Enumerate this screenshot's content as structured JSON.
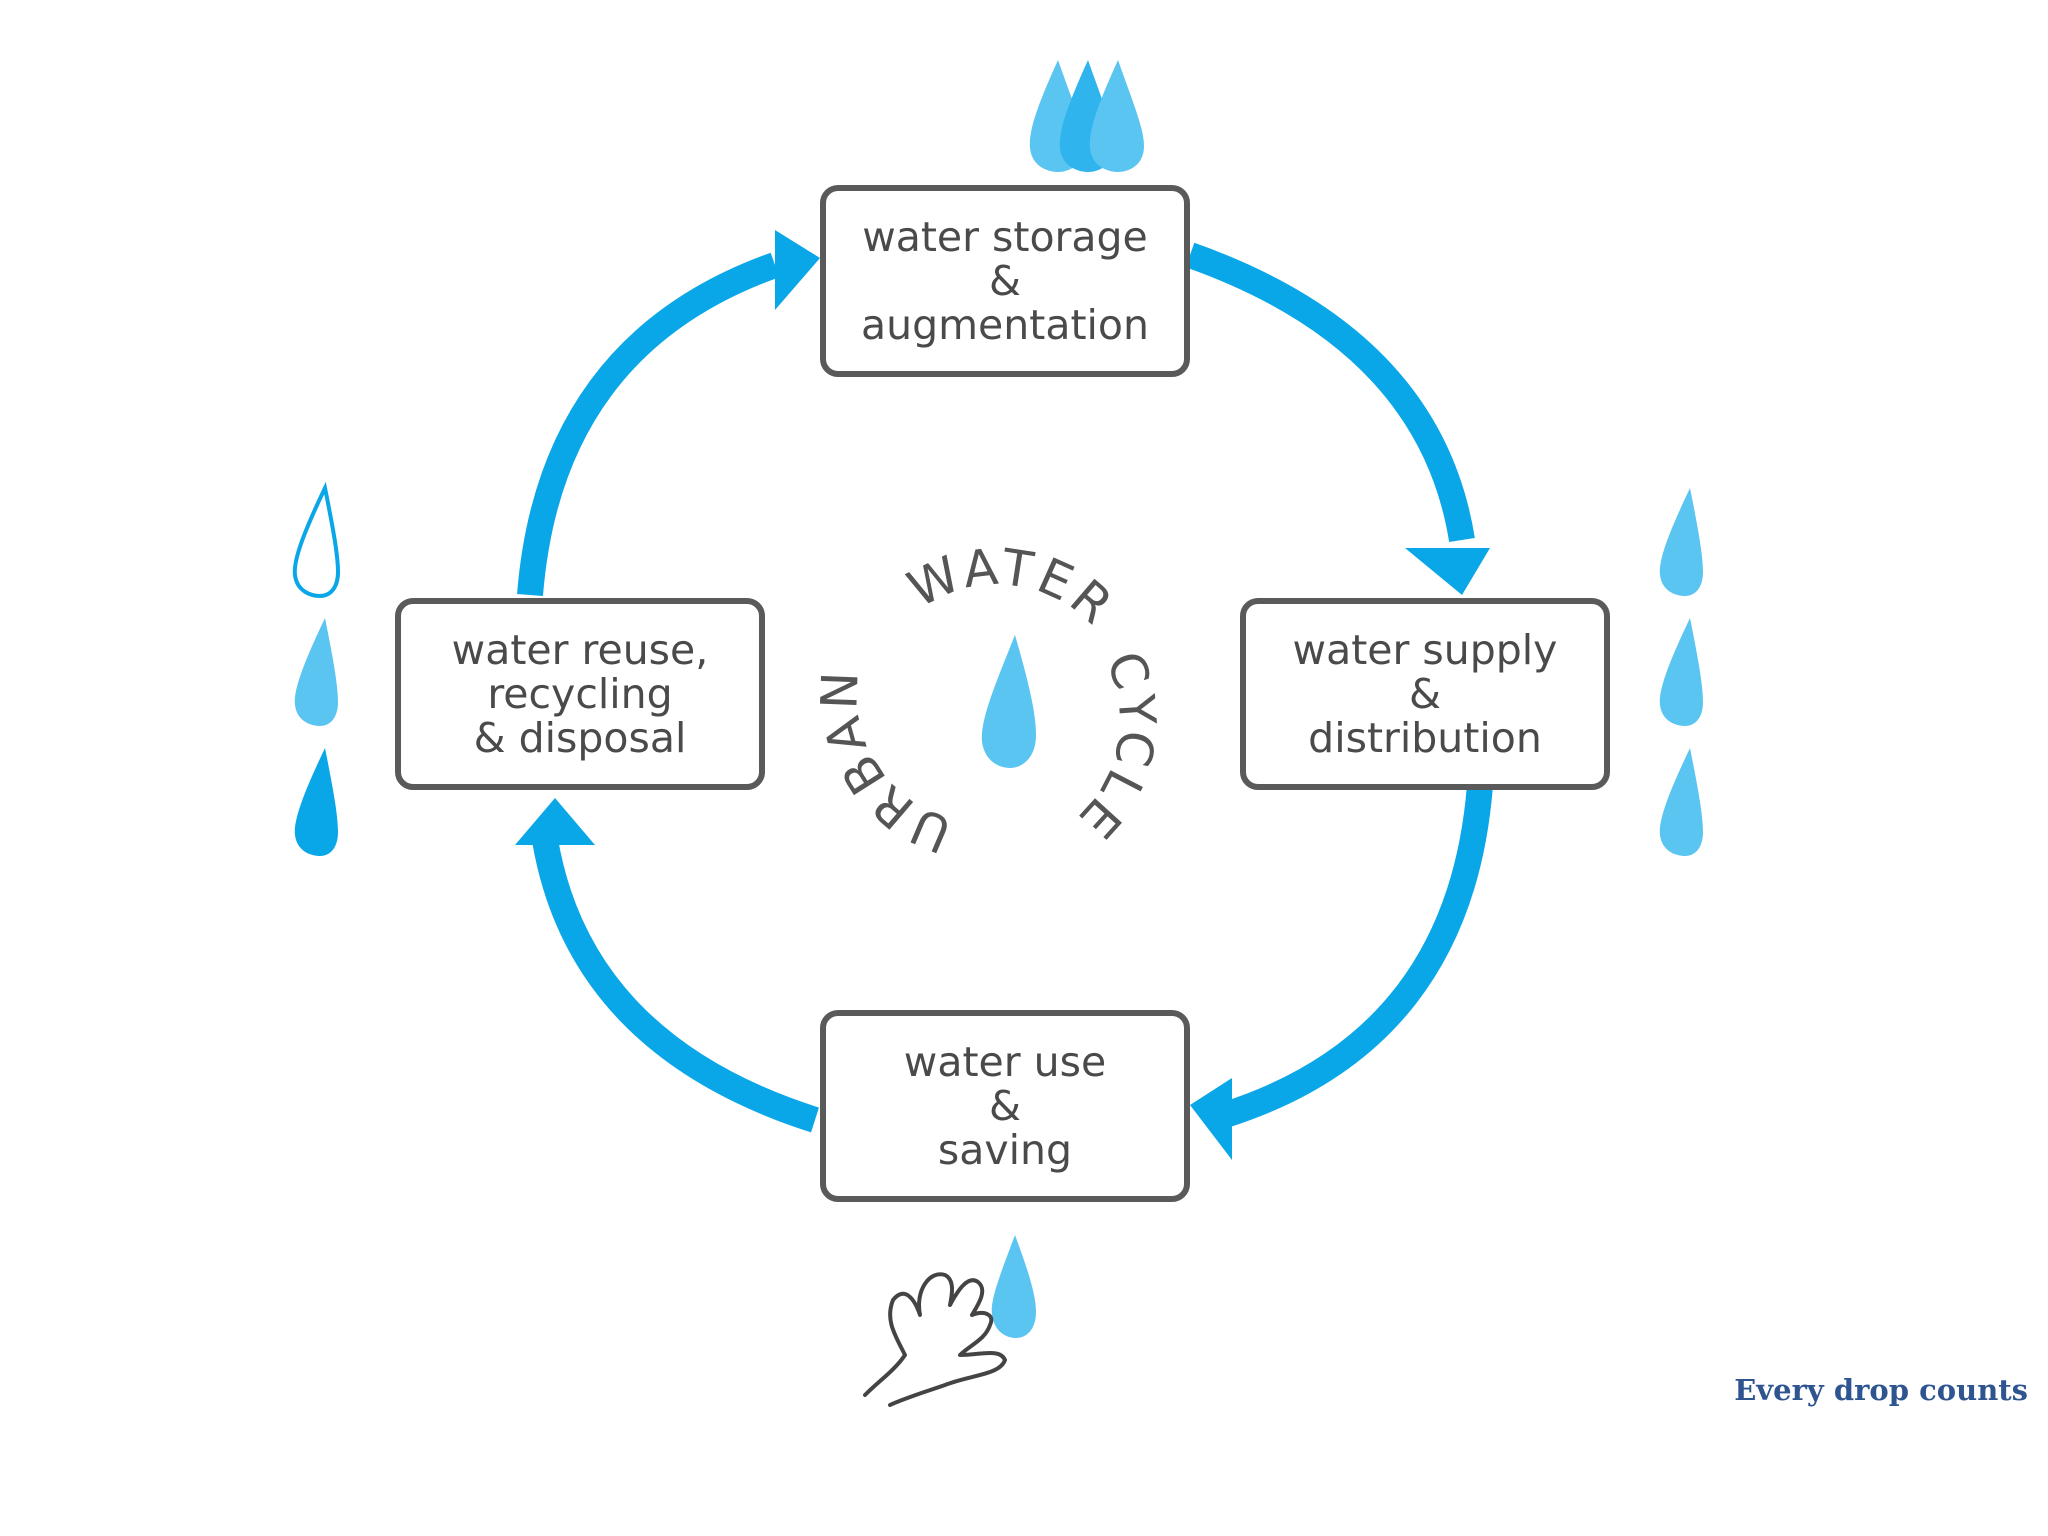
{
  "diagram": {
    "stages": {
      "storage": {
        "line1": "water storage",
        "line2": "&",
        "line3": "augmentation"
      },
      "supply": {
        "line1": "water supply",
        "line2": "&",
        "line3": "distribution"
      },
      "use": {
        "line1": "water use",
        "line2": "&",
        "line3": "saving"
      },
      "reuse": {
        "line1": "water reuse,",
        "line2": "recycling",
        "line3": "& disposal"
      }
    },
    "center": {
      "word_urban": "URBAN",
      "word_water": "WATER",
      "word_cycle": "CYCLE"
    },
    "tagline": "Every drop counts",
    "colors": {
      "arrow": "#0aa7e8",
      "drop_light": "#5bc5f2",
      "drop_dark": "#0aa7e8",
      "box_border": "#5a5a5a",
      "text": "#4a4a4a",
      "tagline": "#2f5591"
    },
    "icons": [
      "water-drop-icon",
      "hand-icon",
      "cycle-arrow-icon"
    ]
  }
}
